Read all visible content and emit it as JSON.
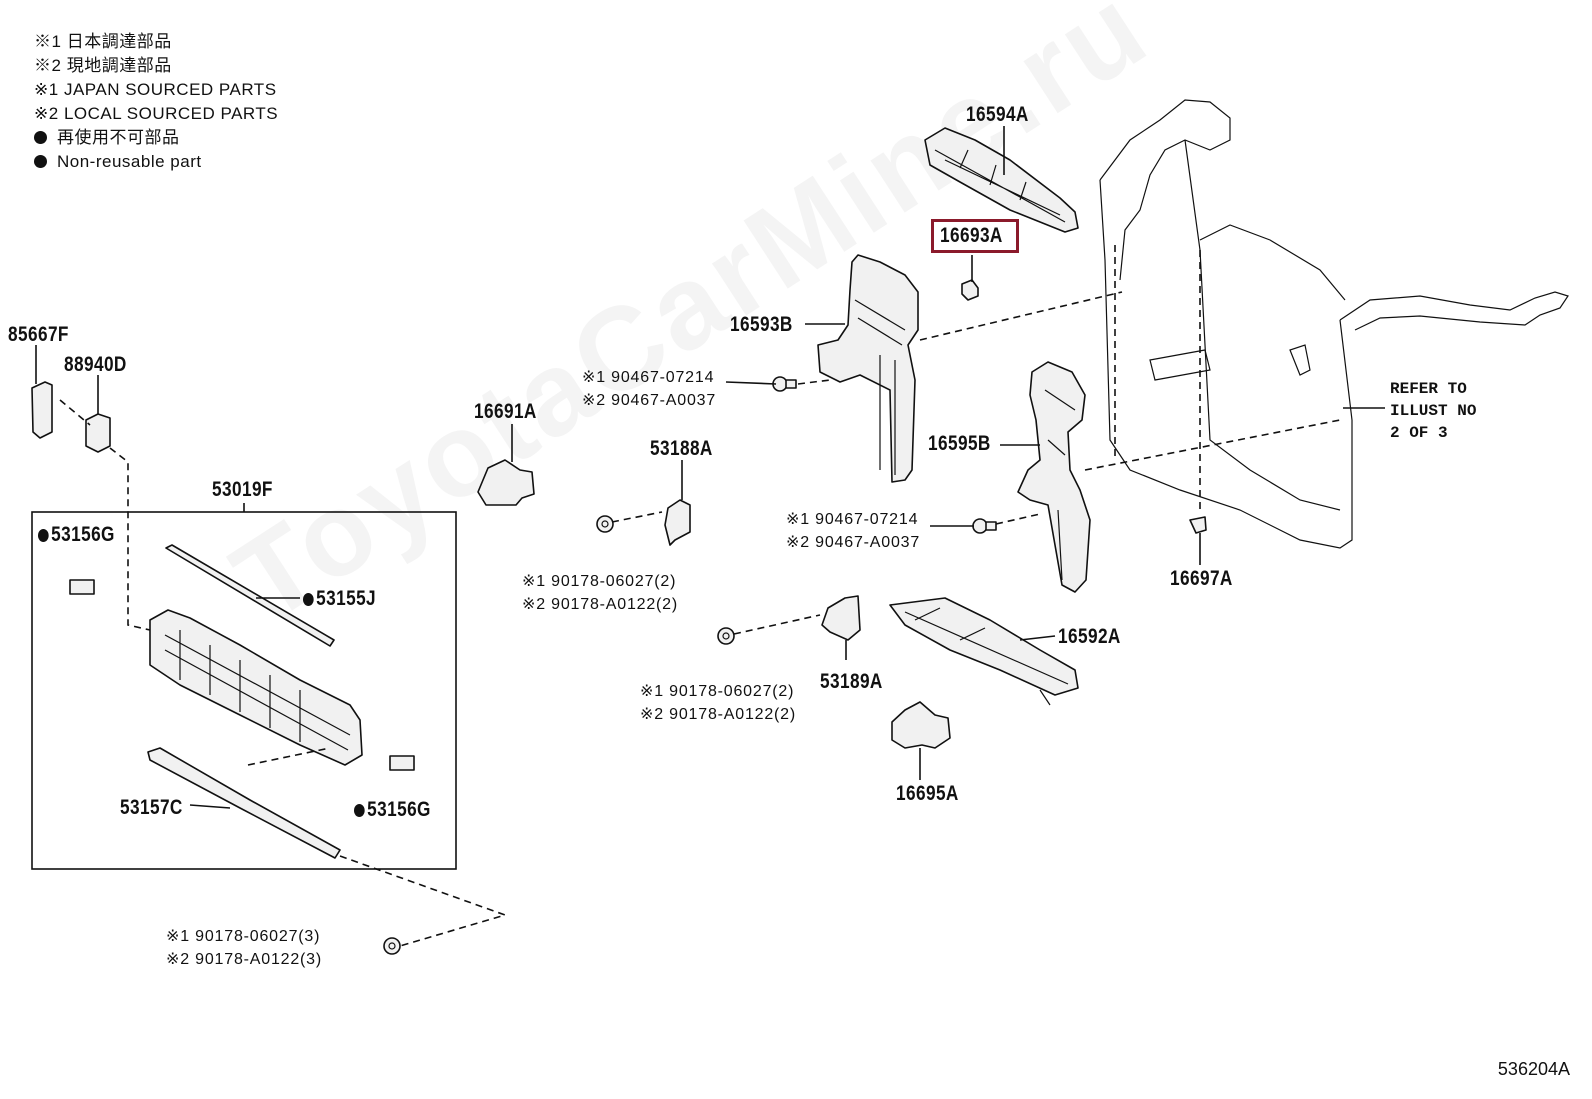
{
  "legend": [
    {
      "mark": "※1",
      "text": "日本調達部品"
    },
    {
      "mark": "※2",
      "text": "現地調達部品"
    },
    {
      "mark": "※1",
      "text": "JAPAN SOURCED PARTS"
    },
    {
      "mark": "※2",
      "text": "LOCAL SOURCED PARTS"
    },
    {
      "mark": "●",
      "text": "再使用不可部品"
    },
    {
      "mark": "●",
      "text": "Non-reusable part"
    }
  ],
  "parts": {
    "p16594A": "16594A",
    "p16693A": "16693A",
    "p16593B": "16593B",
    "p85667F": "85667F",
    "p88940D": "88940D",
    "p16691A": "16691A",
    "p53188A": "53188A",
    "p16595B": "16595B",
    "p53019F": "53019F",
    "p53156G_top": "53156G",
    "p53155J": "53155J",
    "p16697A": "16697A",
    "p16592A": "16592A",
    "p53189A": "53189A",
    "p16695A": "16695A",
    "p53157C": "53157C",
    "p53156G_bottom": "53156G"
  },
  "hardware": {
    "hw1": [
      "※1 90467-07214",
      "※2 90467-A0037"
    ],
    "hw2": [
      "※1 90467-07214",
      "※2 90467-A0037"
    ],
    "hw3": [
      "※1 90178-06027(2)",
      "※2 90178-A0122(2)"
    ],
    "hw4": [
      "※1 90178-06027(2)",
      "※2 90178-A0122(2)"
    ],
    "hw5": [
      "※1 90178-06027(3)",
      "※2 90178-A0122(3)"
    ]
  },
  "refer": [
    "REFER TO",
    "ILLUST NO",
    "2 OF 3"
  ],
  "highlighted_part": "16693A",
  "highlight_color": "#8b1a2b",
  "illustration_code": "536204A",
  "watermark": "ToyotaCarMine.ru"
}
